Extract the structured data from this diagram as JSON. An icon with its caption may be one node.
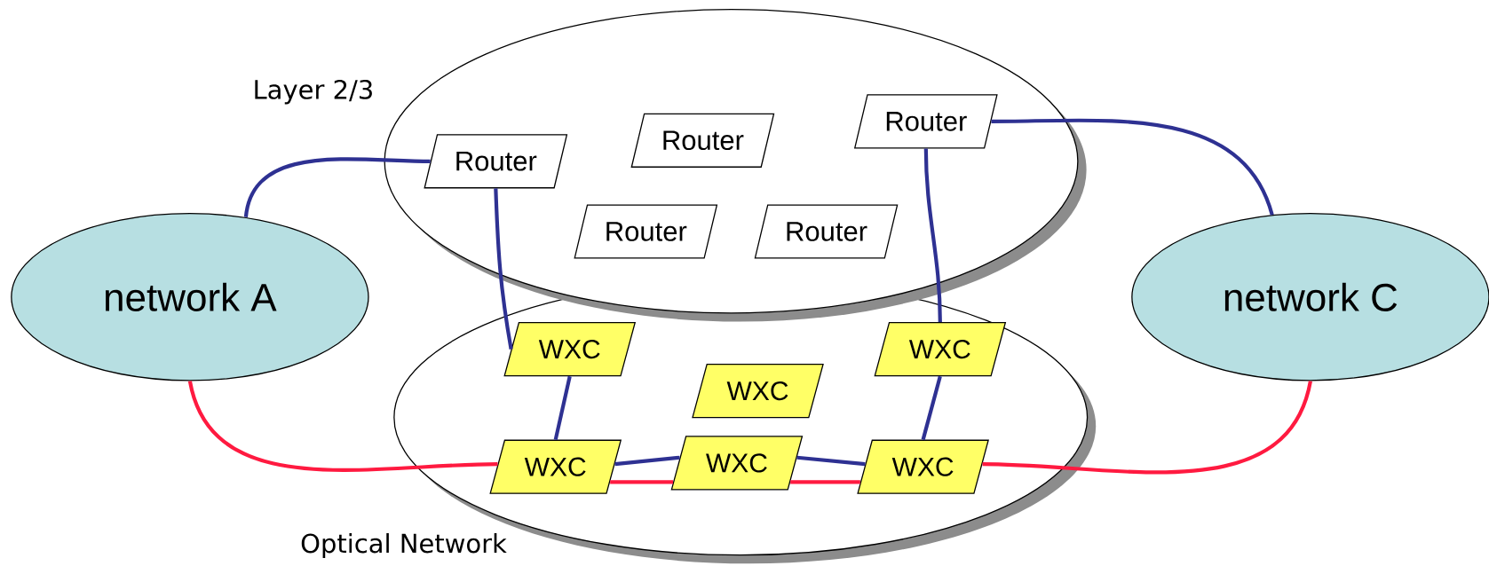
{
  "diagram": {
    "nodes": [
      {
        "text": [
          "Layer 2/3"
        ]
      },
      {
        "text": [
          "Optical Network"
        ]
      },
      {
        "text": [
          "Router"
        ],
        "in": 0
      },
      {
        "text": [
          "Router"
        ],
        "in": 0
      },
      {
        "text": [
          "Router"
        ],
        "in": 0
      },
      {
        "text": [
          "Router"
        ],
        "in": 0
      },
      {
        "text": [
          "Router"
        ],
        "in": 0
      },
      {
        "text": [
          "network A"
        ]
      },
      {
        "text": [
          "network C"
        ]
      },
      {
        "text": [
          "WXC"
        ],
        "in": 1
      },
      {
        "text": [
          "WXC"
        ],
        "in": 1
      },
      {
        "text": [
          "WXC"
        ],
        "in": 1
      },
      {
        "text": [
          "WXC"
        ],
        "in": 1
      },
      {
        "text": [
          "WXC"
        ],
        "in": 1
      },
      {
        "text": [
          "WXC"
        ],
        "in": 1
      }
    ],
    "edges": [
      {
        "from": 7,
        "to": 2,
        "arrow": "none"
      },
      {
        "from": 2,
        "to": 9,
        "arrow": "none"
      },
      {
        "from": 4,
        "to": 8,
        "arrow": "none"
      },
      {
        "from": 4,
        "to": 10,
        "arrow": "none"
      },
      {
        "from": 9,
        "to": 12,
        "arrow": "none"
      },
      {
        "from": 10,
        "to": 14,
        "arrow": "none"
      },
      {
        "from": 12,
        "to": 13,
        "arrow": "none"
      },
      {
        "from": 13,
        "to": 14,
        "arrow": "none"
      },
      {
        "from": 12,
        "to": 13,
        "arrow": "none",
        "color": "#ff1a40"
      },
      {
        "from": 13,
        "to": 14,
        "arrow": "none",
        "color": "#ff1a40"
      },
      {
        "from": 7,
        "to": 12,
        "arrow": "none",
        "color": "#ff1a40"
      },
      {
        "from": 14,
        "to": 8,
        "arrow": "none",
        "color": "#ff1a40"
      }
    ]
  }
}
